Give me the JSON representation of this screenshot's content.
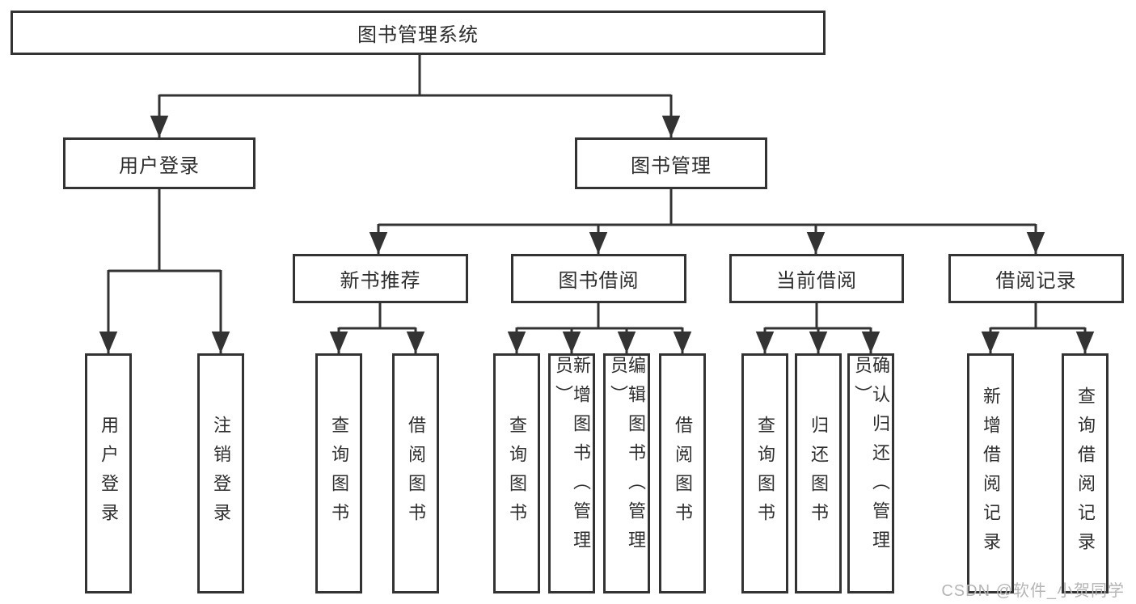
{
  "diagram": {
    "root": "图书管理系统",
    "level2": [
      {
        "label": "用户登录"
      },
      {
        "label": "图书管理"
      }
    ],
    "level3": [
      {
        "label": "新书推荐"
      },
      {
        "label": "图书借阅"
      },
      {
        "label": "当前借阅"
      },
      {
        "label": "借阅记录"
      }
    ],
    "leaves": {
      "user_login": [
        "用户登录",
        "注销登录"
      ],
      "new_book": [
        "查询图书",
        "借阅图书"
      ],
      "book_borrow": [
        "查询图书",
        "新增图书（管理员）",
        "编辑图书（管理员）",
        "借阅图书"
      ],
      "current_borrow": [
        "查询图书",
        "归还图书",
        "确认归还（管理员）"
      ],
      "borrow_record": [
        "新增借阅记录",
        "查询借阅记录"
      ]
    },
    "watermark": "CSDN @软件_小贺同学",
    "colors": {
      "line": "#333333",
      "text": "#2e2e2e",
      "box_background": "#ffffff",
      "watermark": "#b5b5b5"
    }
  }
}
